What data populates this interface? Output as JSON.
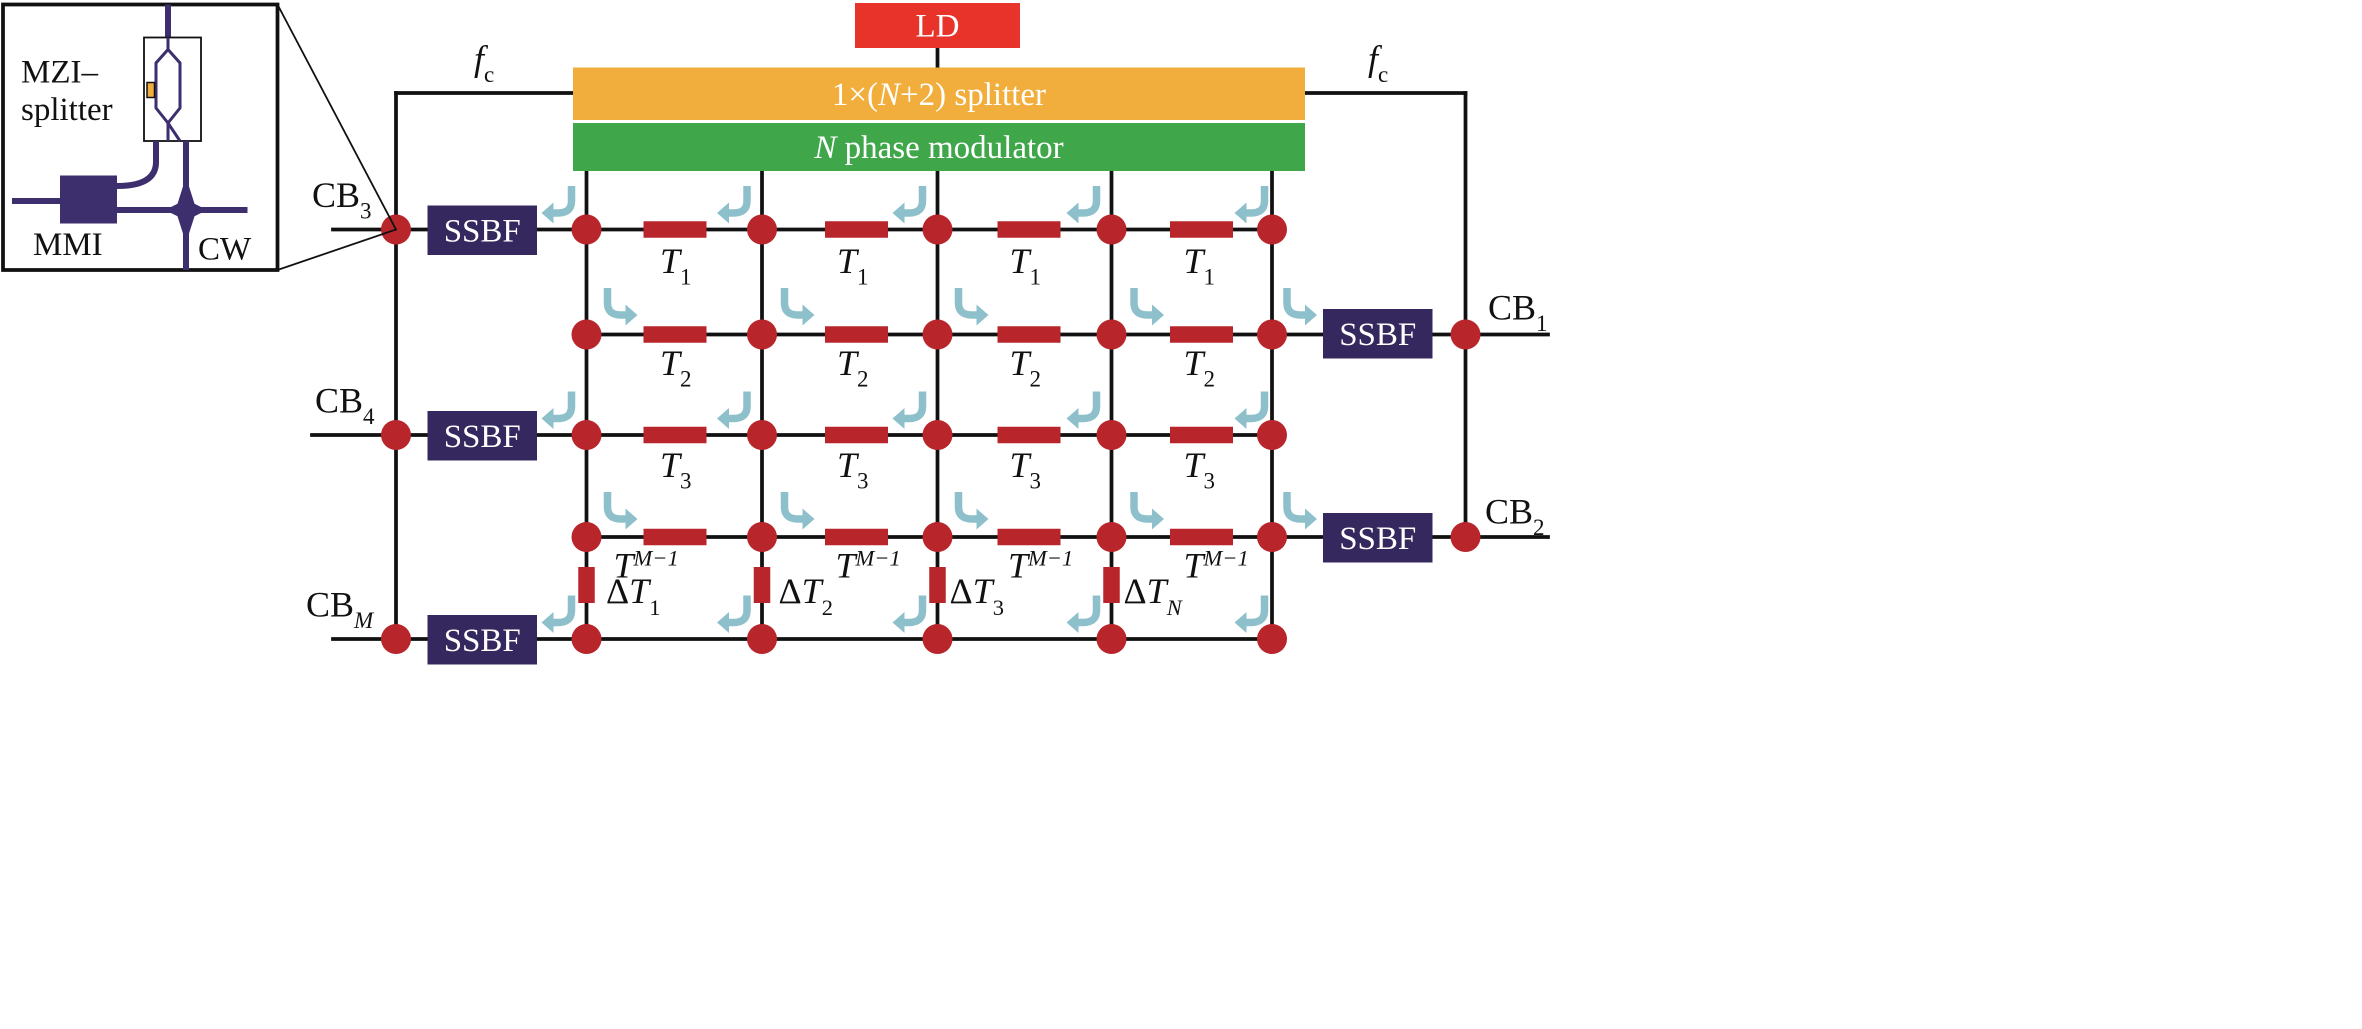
{
  "colors": {
    "ld": "#E8332B",
    "splitter": "#F1AE3D",
    "modulator": "#3FA64A",
    "ssbf": "#35285E",
    "node": "#B8262B",
    "delay": "#B8262B",
    "arrow": "#8EC0CB",
    "inset_purple": "#3D2E6E",
    "wire": "#111111"
  },
  "blocks": {
    "ld": "LD",
    "splitter": "1×(N+2) splitter",
    "modulator": "N phase modulator",
    "ssbf": "SSBF"
  },
  "fc": {
    "base": "f",
    "sub": "c"
  },
  "ports": [
    {
      "base": "CB",
      "sub": "3"
    },
    {
      "base": "CB",
      "sub": "4"
    },
    {
      "base": "CB",
      "sub": "M"
    },
    {
      "base": "CB",
      "sub": "1"
    },
    {
      "base": "CB",
      "sub": "2"
    }
  ],
  "delay_labels": [
    {
      "base": "T",
      "sub": "1"
    },
    {
      "base": "T",
      "sub": "2"
    },
    {
      "base": "T",
      "sub": "3"
    },
    {
      "base": "T",
      "sub": "M−1"
    }
  ],
  "delta_labels": [
    {
      "base": "ΔT",
      "sub": "1"
    },
    {
      "base": "ΔT",
      "sub": "2"
    },
    {
      "base": "ΔT",
      "sub": "3"
    },
    {
      "base": "ΔT",
      "sub": "N"
    }
  ],
  "inset": {
    "mzi_line1": "MZI–",
    "mzi_line2": "splitter",
    "mmi": "MMI",
    "cw": "CW"
  }
}
